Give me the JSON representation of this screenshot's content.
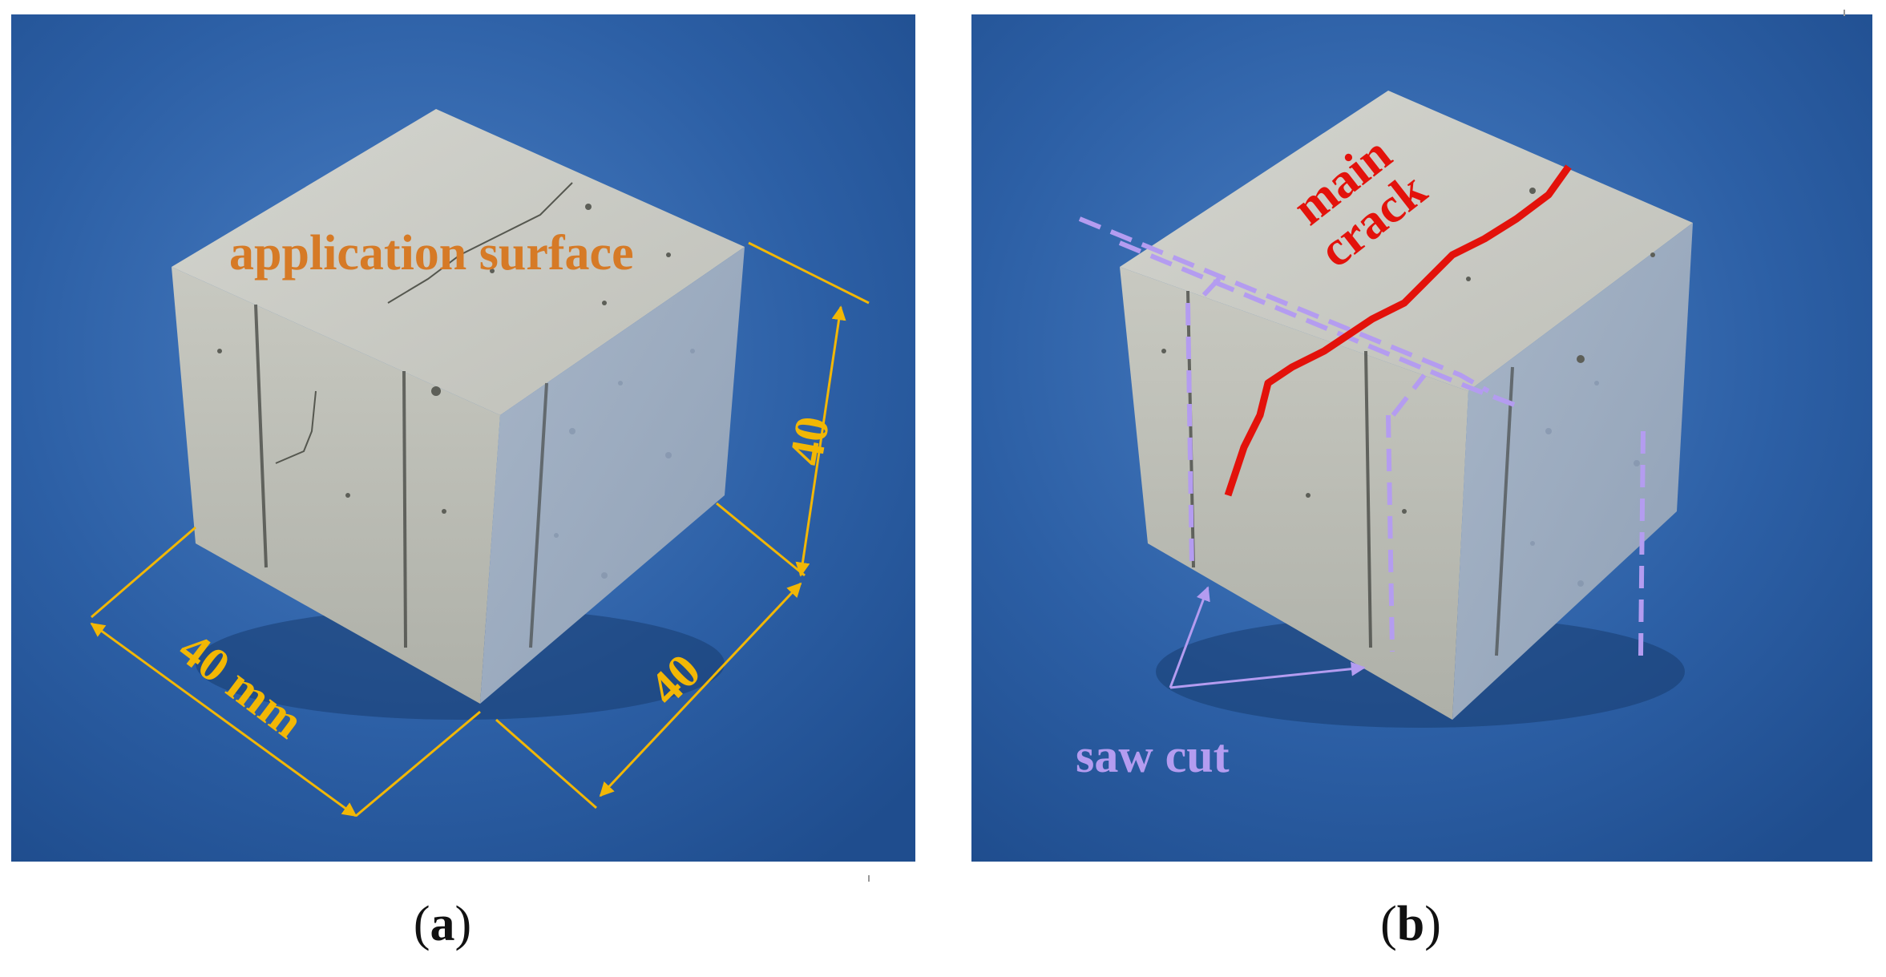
{
  "panels": [
    {
      "id": "a",
      "caption_letter": "a",
      "labels": {
        "application_surface": "application surface",
        "dim_front": "40 mm",
        "dim_side": "40",
        "dim_height": "40"
      }
    },
    {
      "id": "b",
      "caption_letter": "b",
      "labels": {
        "main": "main",
        "crack": "crack",
        "saw_cut": "saw cut"
      }
    }
  ],
  "colors": {
    "background_blue": "#2f62a8",
    "cube_top": "#c9cbc4",
    "cube_left": "#bdbfb6",
    "cube_right": "#a9b6c6",
    "dimension_yellow": "#f2b705",
    "application_orange": "#d67a26",
    "crack_red": "#e3120b",
    "saw_cut_violet": "#b49cf0"
  }
}
